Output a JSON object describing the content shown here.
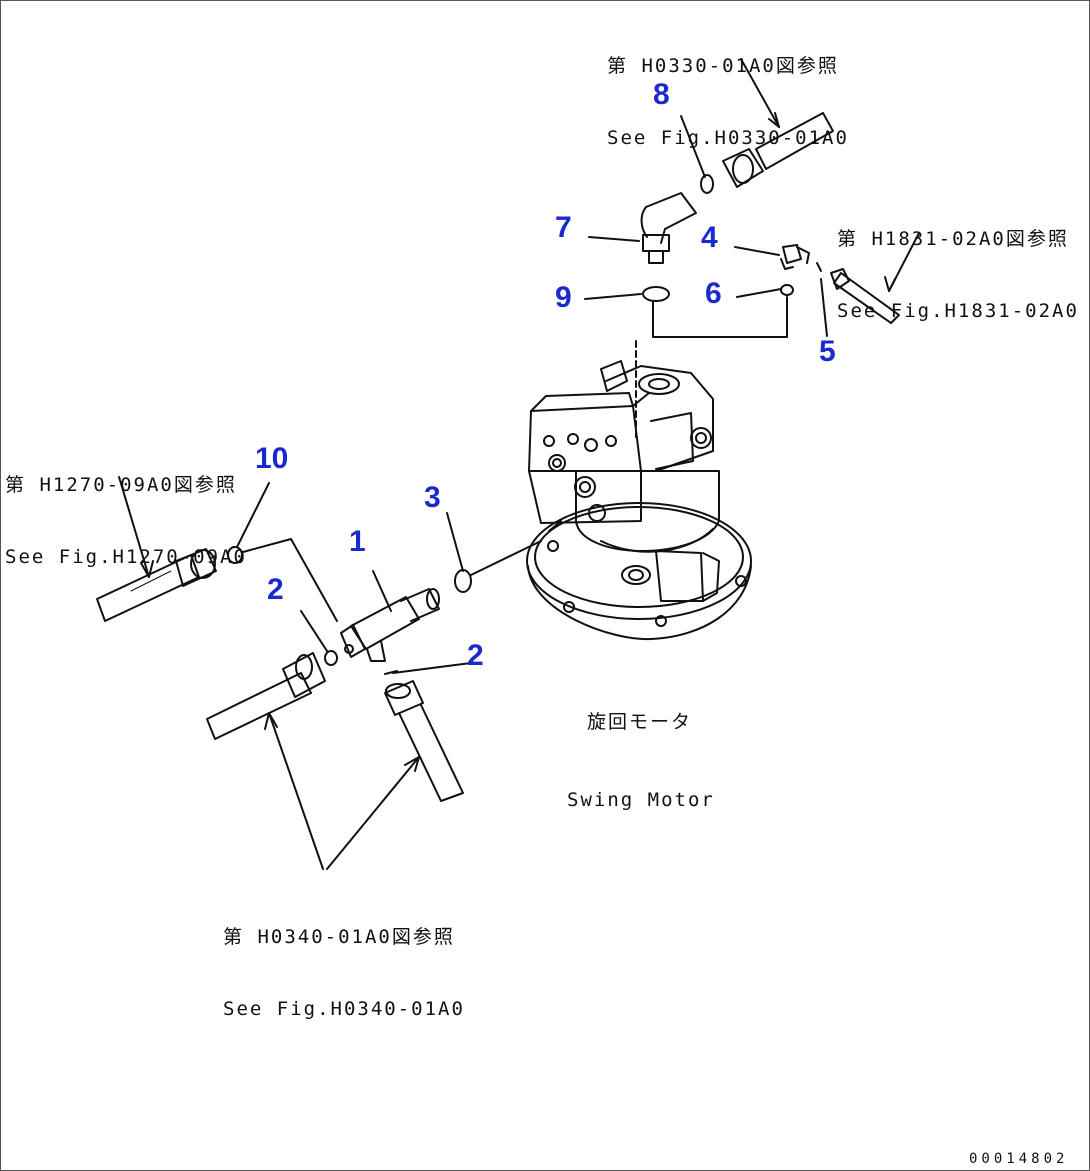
{
  "refs": {
    "top": {
      "jp": "第 H0330-01A0図参照",
      "en": "See Fig.H0330-01A0"
    },
    "right": {
      "jp": "第 H1831-02A0図参照",
      "en": "See Fig.H1831-02A0"
    },
    "left": {
      "jp": "第 H1270-09A0図参照",
      "en": "See Fig.H1270-09A0"
    },
    "bottom": {
      "jp": "第 H0340-01A0図参照",
      "en": "See Fig.H0340-01A0"
    }
  },
  "part_numbers": [
    "1",
    "2",
    "2",
    "3",
    "4",
    "5",
    "6",
    "7",
    "8",
    "9",
    "10"
  ],
  "caption": {
    "jp": "旋回モータ",
    "en": "Swing Motor"
  },
  "drawing_number": "00014802",
  "colors": {
    "callout": "#1a2ad0",
    "line": "#111111"
  }
}
